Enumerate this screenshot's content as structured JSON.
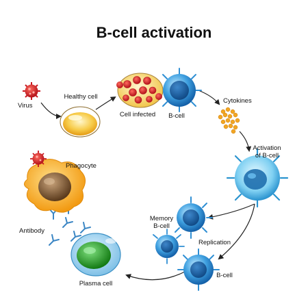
{
  "title": "B-cell activation",
  "labels": {
    "virus": "Virus",
    "healthy_cell": "Healthy cell",
    "cell_infected": "Cell infected",
    "b_cell_top": "B-cell",
    "cytokines": "Cytokines",
    "activation_line1": "Activation",
    "activation_line2": "of B-cell",
    "memory_line1": "Memory",
    "memory_line2": "B-cell",
    "replication": "Replication",
    "b_cell_bottom": "B-cell",
    "plasma_cell": "Plasma cell",
    "antibody": "Antibody",
    "phagocyte": "Phagocyte"
  },
  "colors": {
    "virus_red": "#d9242a",
    "bcell_blue": "#2f8fd4",
    "healthy_yellow": "#f5c33b",
    "plasma_green": "#2fa52f",
    "phagocyte_orange": "#f4a820",
    "arrow": "#222222"
  }
}
